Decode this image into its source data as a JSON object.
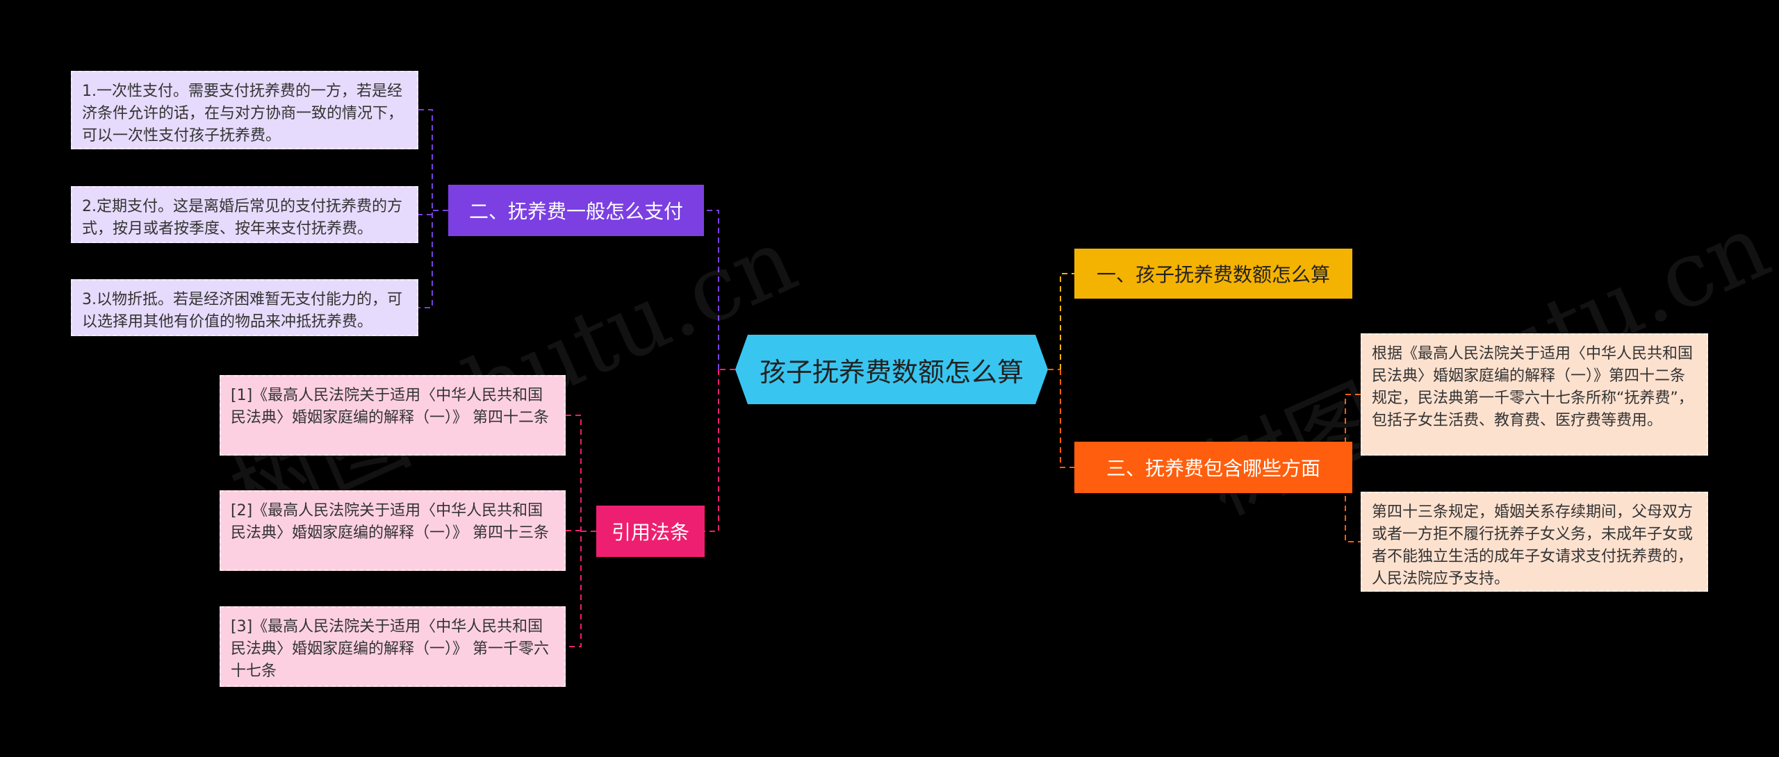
{
  "center": {
    "label": "孩子抚养费数额怎么算"
  },
  "branches": {
    "payment": {
      "label": "二、抚养费一般怎么支付",
      "items": [
        "1.一次性支付。需要支付抚养费的一方，若是经济条件允许的话，在与对方协商一致的情况下，可以一次性支付孩子抚养费。",
        "2.定期支付。这是离婚后常见的支付抚养费的方式，按月或者按季度、按年来支付抚养费。",
        "3.以物折抵。若是经济困难暂无支付能力的，可以选择用其他有价值的物品来冲抵抚养费。"
      ]
    },
    "law": {
      "label": "引用法条",
      "items": [
        "[1]《最高人民法院关于适用〈中华人民共和国民法典〉婚姻家庭编的解释（一）》 第四十二条",
        "[2]《最高人民法院关于适用〈中华人民共和国民法典〉婚姻家庭编的解释（一）》 第四十三条",
        "[3]《最高人民法院关于适用〈中华人民共和国民法典〉婚姻家庭编的解释（一）》 第一千零六十七条"
      ]
    },
    "amount": {
      "label": "一、孩子抚养费数额怎么算"
    },
    "scope": {
      "label": "三、抚养费包含哪些方面",
      "items": [
        "根据《最高人民法院关于适用〈中华人民共和国民法典〉婚姻家庭编的解释（一）》第四十二条规定，民法典第一千零六十七条所称“抚养费”，包括子女生活费、教育费、医疗费等费用。",
        "第四十三条规定，婚姻关系存续期间，父母双方或者一方拒不履行抚养子女义务，未成年子女或者不能独立生活的成年子女请求支付抚养费的，人民法院应予支持。"
      ]
    }
  },
  "watermark": [
    "树图 shutu.cn",
    "树图 shutu.cn"
  ],
  "colors": {
    "background": "#000000",
    "center": "#38c6f0",
    "purple": "#7b3fe2",
    "pink": "#ee1f70",
    "yellow": "#f5b301",
    "orange": "#ff5e0e"
  }
}
